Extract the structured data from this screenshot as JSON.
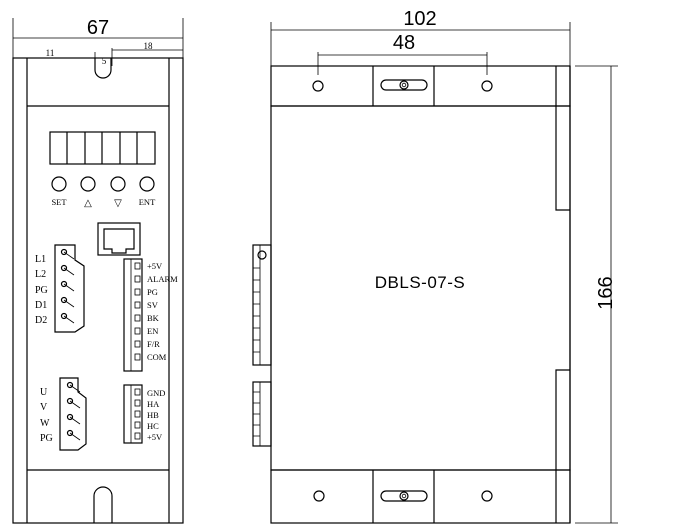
{
  "front_view": {
    "width_dim": "67",
    "left_offset_dim": "11",
    "slot_dim": "5",
    "right_offset_dim": "18",
    "keypad": [
      {
        "name": "set-button",
        "label": "SET"
      },
      {
        "name": "up-button",
        "label": "△"
      },
      {
        "name": "down-button",
        "label": "▽"
      },
      {
        "name": "ent-button",
        "label": "ENT"
      }
    ],
    "power_terminal_labels": [
      "L1",
      "L2",
      "PG",
      "D1",
      "D2"
    ],
    "motor_terminal_labels": [
      "U",
      "V",
      "W",
      "PG"
    ],
    "control_terminal_labels": [
      "+5V",
      "ALARM",
      "PG",
      "SV",
      "BK",
      "EN",
      "F/R",
      "COM"
    ],
    "hall_terminal_labels": [
      "GND",
      "HA",
      "HB",
      "HC",
      "+5V"
    ]
  },
  "side_view": {
    "width_dim": "102",
    "hole_spacing_dim": "48",
    "height_dim": "166",
    "model_label": "DBLS-07-S"
  }
}
